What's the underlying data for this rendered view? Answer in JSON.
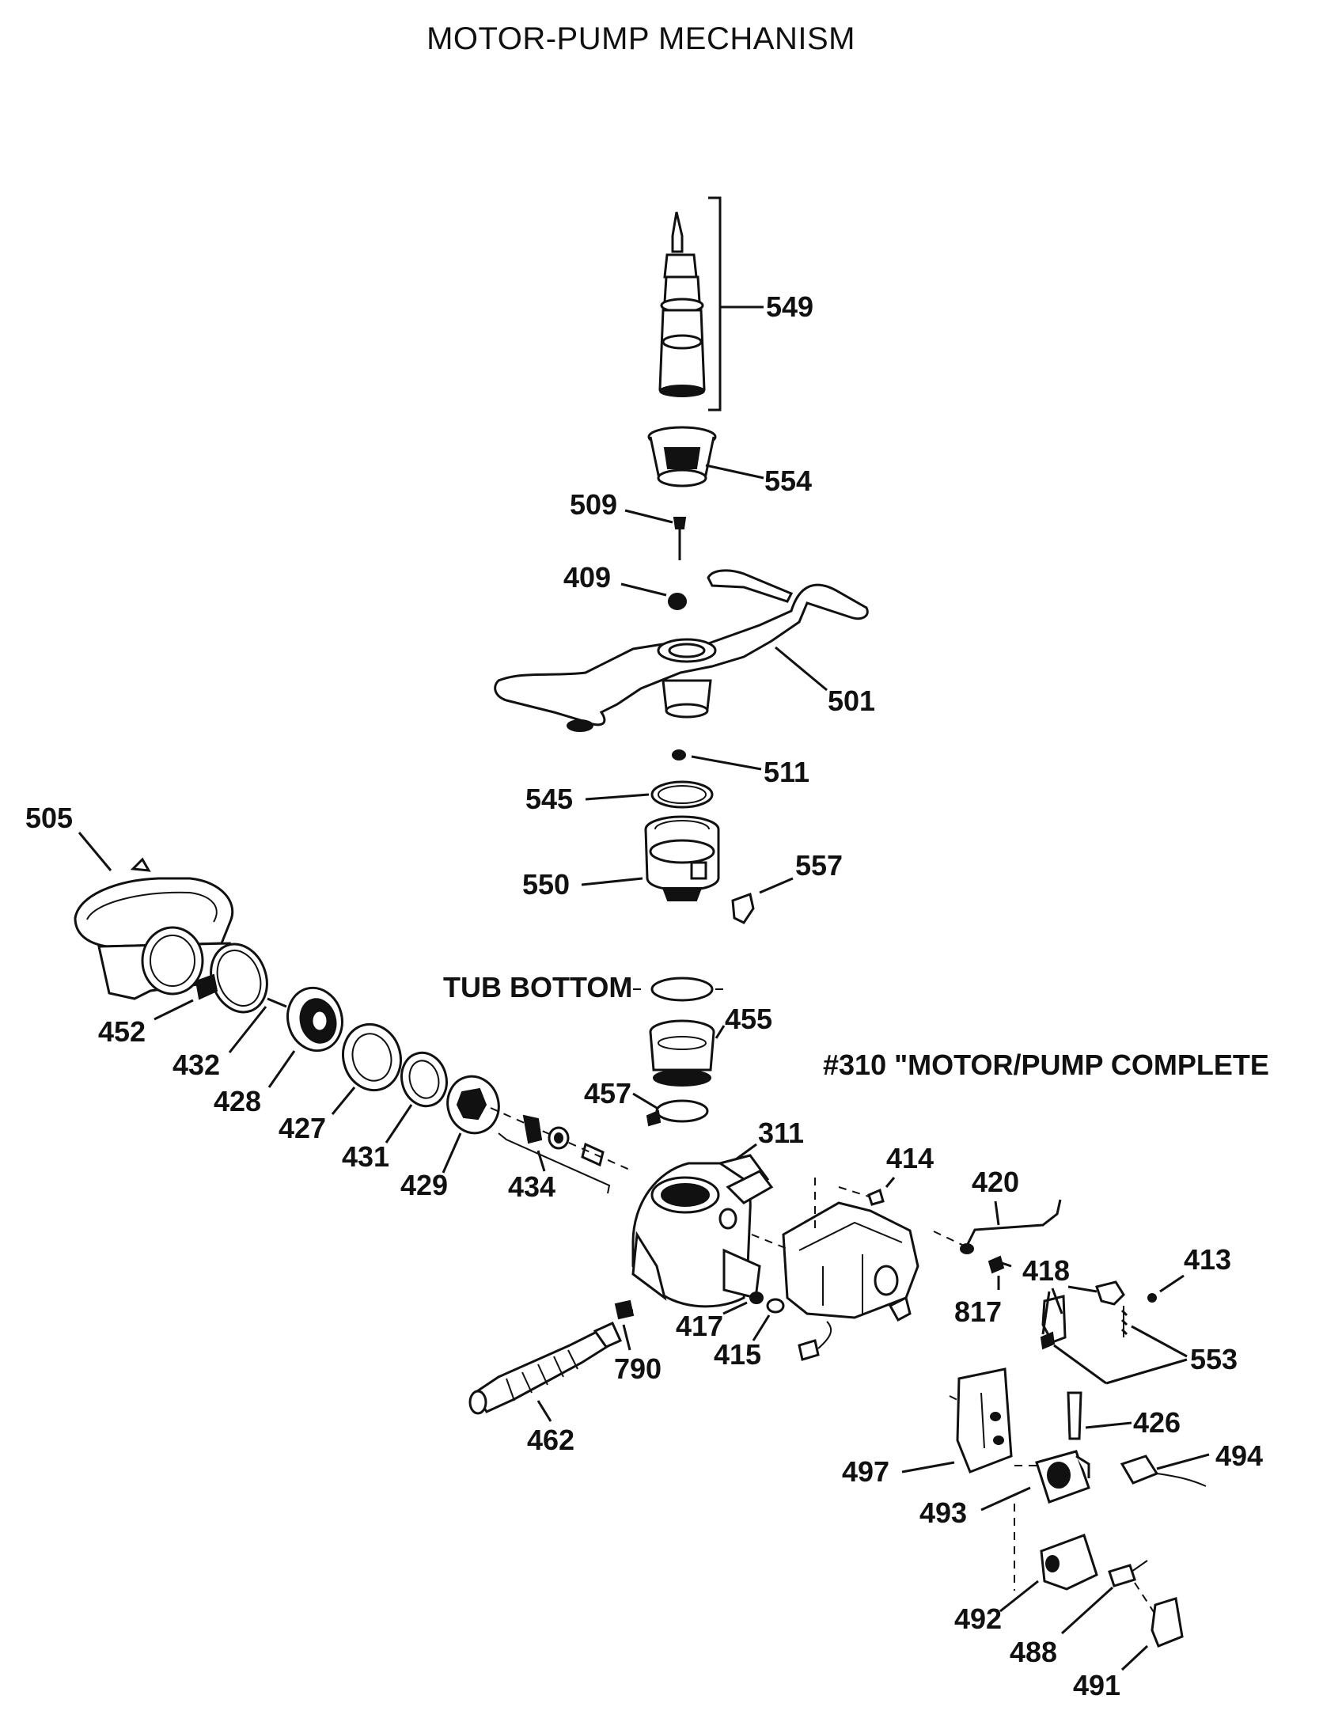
{
  "title": "MOTOR-PUMP MECHANISM",
  "note": "#310 \"MOTOR/PUMP COMPLETE",
  "tub_bottom_label": "TUB BOTTOM",
  "parts": {
    "p549": "549",
    "p554": "554",
    "p509": "509",
    "p409": "409",
    "p501": "501",
    "p511": "511",
    "p545": "545",
    "p550": "550",
    "p557": "557",
    "p505": "505",
    "p452": "452",
    "p432": "432",
    "p428": "428",
    "p427": "427",
    "p431": "431",
    "p429": "429",
    "p434": "434",
    "p455": "455",
    "p457": "457",
    "p311": "311",
    "p414": "414",
    "p420": "420",
    "p413": "413",
    "p418": "418",
    "p817": "817",
    "p553": "553",
    "p417": "417",
    "p415": "415",
    "p790": "790",
    "p462": "462",
    "p426": "426",
    "p497": "497",
    "p494": "494",
    "p493": "493",
    "p492": "492",
    "p488": "488",
    "p491": "491"
  }
}
